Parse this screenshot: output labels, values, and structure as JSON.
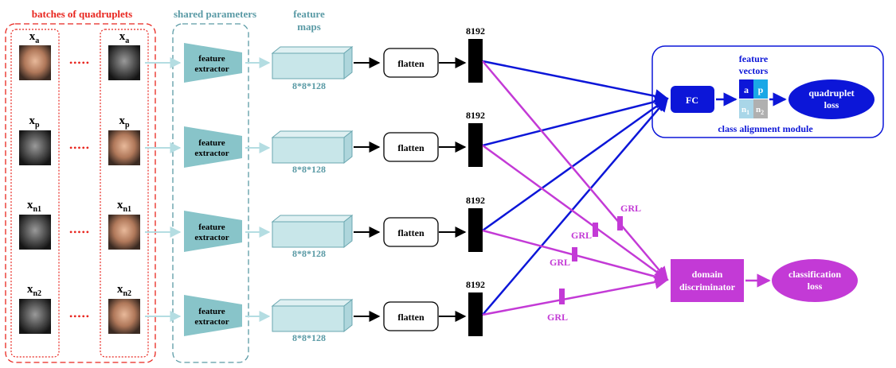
{
  "header": {
    "batches_label": "batches of quadruplets",
    "shared_label": "shared parameters",
    "feature_maps_line1": "feature",
    "feature_maps_line2": "maps"
  },
  "rows": [
    {
      "id": "a",
      "var": "x",
      "sub": "a",
      "dots": "•••••",
      "extractor_line1": "feature",
      "extractor_line2": "extractor",
      "map_size": "8*8*128",
      "flatten": "flatten",
      "dim": "8192"
    },
    {
      "id": "p",
      "var": "x",
      "sub": "p",
      "dots": "•••••",
      "extractor_line1": "feature",
      "extractor_line2": "extractor",
      "map_size": "8*8*128",
      "flatten": "flatten",
      "dim": "8192"
    },
    {
      "id": "n1",
      "var": "x",
      "sub": "n1",
      "dots": "•••••",
      "extractor_line1": "feature",
      "extractor_line2": "extractor",
      "map_size": "8*8*128",
      "flatten": "flatten",
      "dim": "8192"
    },
    {
      "id": "n2",
      "var": "x",
      "sub": "n2",
      "dots": "•••••",
      "extractor_line1": "feature",
      "extractor_line2": "extractor",
      "map_size": "8*8*128",
      "flatten": "flatten",
      "dim": "8192"
    }
  ],
  "class_alignment": {
    "fc": "FC",
    "feature_vectors_line1": "feature",
    "feature_vectors_line2": "vectors",
    "cells": {
      "a": "a",
      "p": "p",
      "n": "n",
      "n1_sub": "1",
      "n2_sub": "2"
    },
    "loss_line1": "quadruplet",
    "loss_line2": "loss",
    "module_label": "class alignment module"
  },
  "domain": {
    "discriminator_line1": "domain",
    "discriminator_line2": "discriminator",
    "loss_line1": "classification",
    "loss_line2": "loss",
    "grl": "GRL"
  },
  "colors": {
    "red_accent": "#e8251e",
    "teal_text": "#5a9aa5",
    "extractor_fill": "#88c4c9",
    "map_fill": "#c8e6e9",
    "blue": "#0c16d8",
    "magenta": "#c33ad6",
    "light_arrow": "#b4dde2",
    "cell_a": "#0c16d8",
    "cell_p": "#1ba8e6",
    "cell_n1": "#a9d6e8",
    "cell_n2": "#b0b0b0"
  }
}
